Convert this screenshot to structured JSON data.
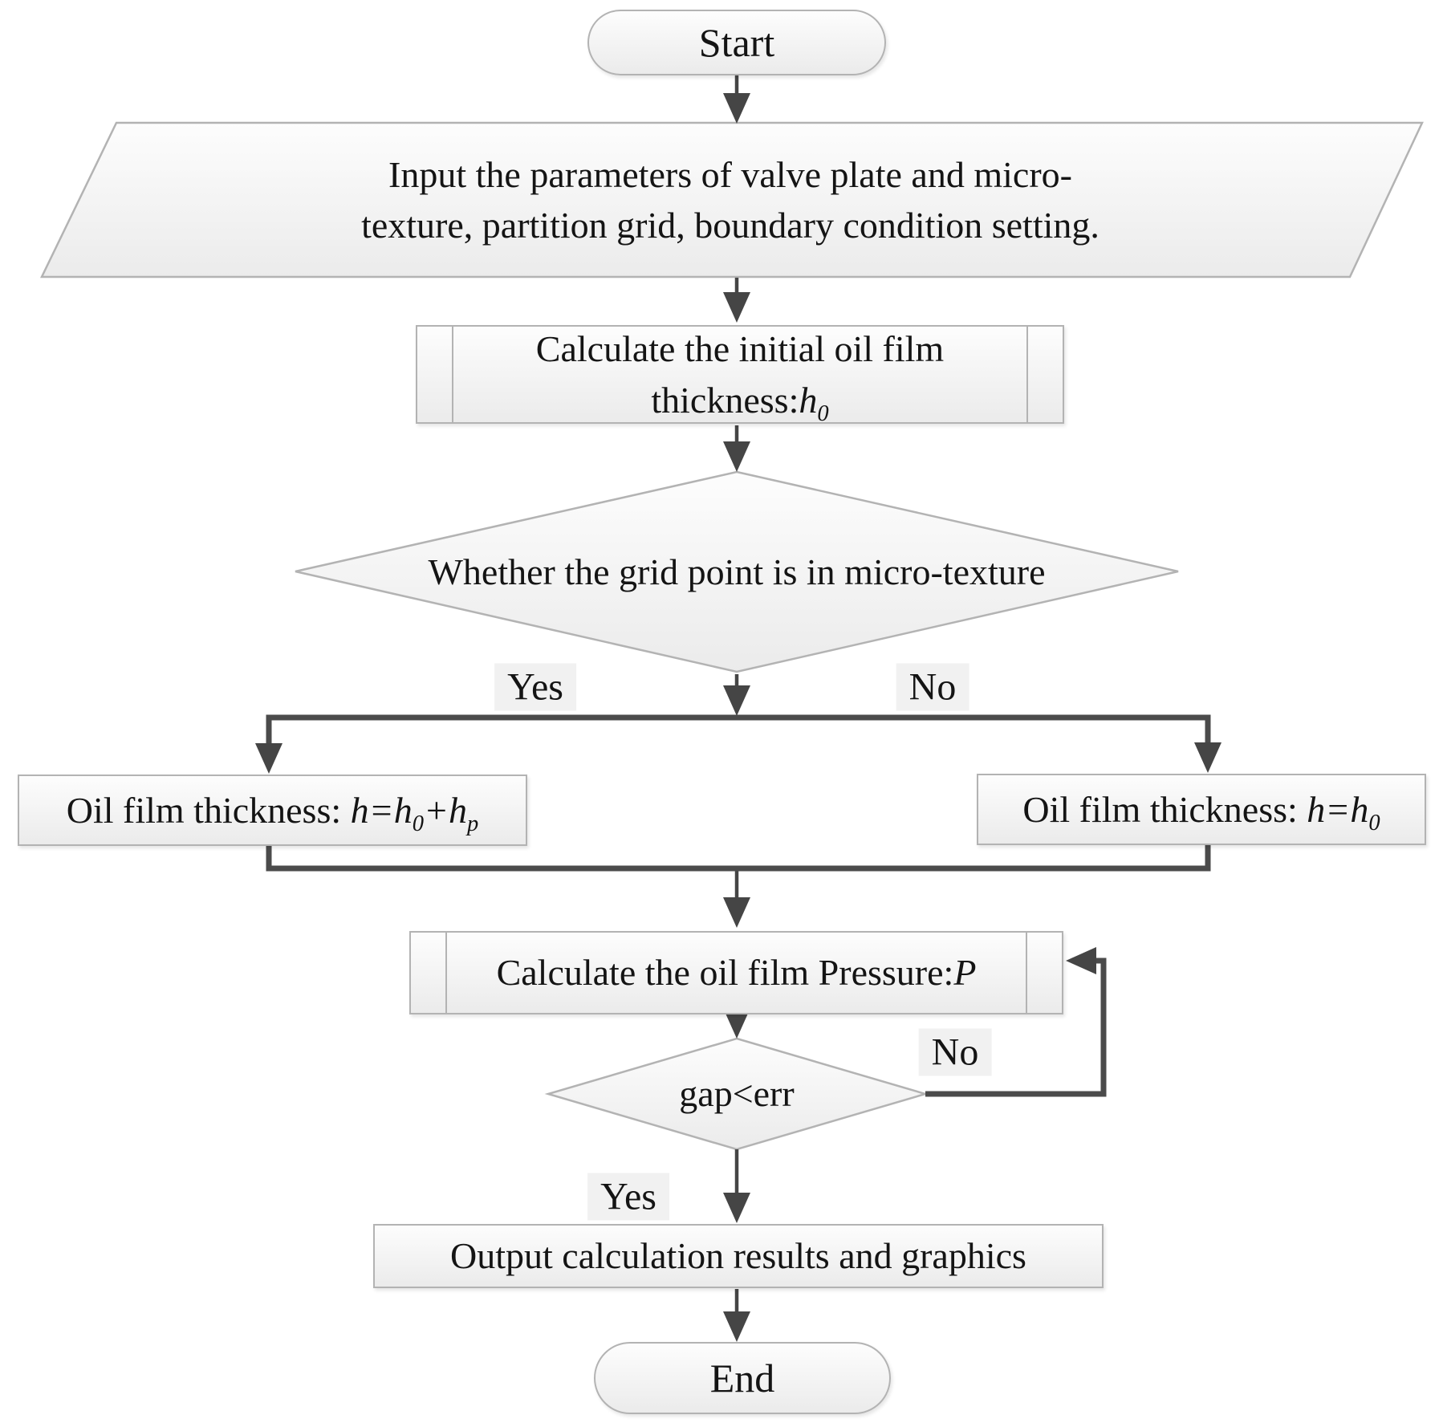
{
  "flowchart": {
    "start": {
      "label": "Start"
    },
    "input": {
      "line1": "Input the parameters of valve plate and micro-",
      "line2": "texture, partition grid, boundary condition setting."
    },
    "calc_thickness": {
      "line1": "Calculate the initial oil film",
      "line2": [
        {
          "t": "thickness:"
        },
        {
          "t": "h",
          "i": 1
        },
        {
          "t": "0",
          "i": 1,
          "s": 1
        }
      ]
    },
    "decision_texture": {
      "label": "Whether the grid point is in micro-texture",
      "yes": "Yes",
      "no": "No"
    },
    "thickness_textured": [
      {
        "t": "Oil film thickness: "
      },
      {
        "t": "h",
        "i": 1
      },
      {
        "t": "=",
        "i": 1
      },
      {
        "t": "h",
        "i": 1
      },
      {
        "t": "0",
        "i": 1,
        "s": 1
      },
      {
        "t": "+",
        "i": 1
      },
      {
        "t": "h",
        "i": 1
      },
      {
        "t": "p",
        "i": 1,
        "s": 1
      }
    ],
    "thickness_plain": [
      {
        "t": "Oil film thickness: "
      },
      {
        "t": "h",
        "i": 1
      },
      {
        "t": "=",
        "i": 1
      },
      {
        "t": "h",
        "i": 1
      },
      {
        "t": "0",
        "i": 1,
        "s": 1
      }
    ],
    "calc_pressure": [
      {
        "t": "Calculate the oil film Pressure:"
      },
      {
        "t": "P",
        "i": 1
      }
    ],
    "decision_gap": {
      "label": "gap<err",
      "yes": "Yes",
      "no": "No"
    },
    "output": {
      "label": "Output calculation results and graphics"
    },
    "end": {
      "label": "End"
    }
  },
  "colors": {
    "shape_border": "#b3b3b3",
    "shape_fill_top": "#fdfdfd",
    "shape_fill_bottom": "#ebebeb",
    "line": "#454545",
    "thick_line": "#4b4b4b",
    "label_bg": "#f1f1f1",
    "text": "#141414"
  }
}
